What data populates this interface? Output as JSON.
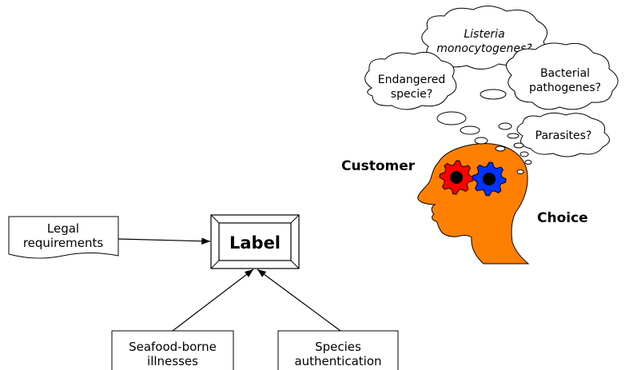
{
  "label_box": {
    "text": "Label"
  },
  "inputs": {
    "legal": {
      "line1": "Legal",
      "line2": "requirements"
    },
    "seafood": {
      "line1": "Seafood-borne",
      "line2": "illnesses"
    },
    "species": {
      "line1": "Species",
      "line2": "authentication"
    }
  },
  "customer": {
    "customer_label": "Customer",
    "choice_label": "Choice",
    "thoughts": {
      "listeria": {
        "line1": "Listeria",
        "line2": "monocytogenes?"
      },
      "endangered": {
        "line1": "Endangered",
        "line2": "specie?"
      },
      "bacterial": {
        "line1": "Bacterial",
        "line2": "pathogenes?"
      },
      "parasites": {
        "line1": "Parasites?"
      }
    }
  },
  "colors": {
    "head": "#ff8000",
    "gear_left": "#ff0000",
    "gear_right": "#0033ff",
    "gear_center": "#000000",
    "stroke": "#000000"
  }
}
